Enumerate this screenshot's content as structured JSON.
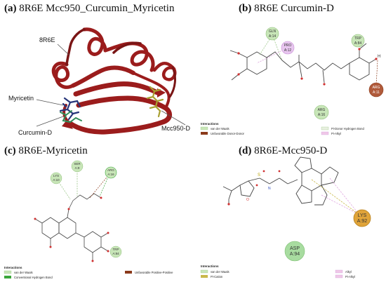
{
  "panels": {
    "a": {
      "letter": "(a)",
      "title": "8R6E Mcc950_Curcumin_Myricetin",
      "labels": {
        "protein": "8R6E",
        "myricetin": "Myricetin",
        "curcumin": "Curcumin-D",
        "mcc950": "Mcc950-D"
      }
    },
    "b": {
      "letter": "(b)",
      "title": "8R6E Curcumin-D",
      "residues": {
        "gln": {
          "name": "GLN",
          "num": "A:14"
        },
        "pro": {
          "name": "PRO",
          "num": "A:12"
        },
        "trp": {
          "name": "TRP",
          "num": "A:84"
        },
        "arg11": {
          "name": "ARG",
          "num": "A:11"
        },
        "arg16": {
          "name": "ARG",
          "num": "A:16"
        }
      },
      "legend": {
        "title": "Interactions",
        "items": [
          "van der Waals",
          "Unfavorable Donor-Donor",
          "Pi-Donor Hydrogen Bond",
          "Pi-Alkyl"
        ]
      },
      "atom_label": "H"
    },
    "c": {
      "letter": "(c)",
      "title": "8R6E-Myricetin",
      "residues": {
        "ser": {
          "name": "SER",
          "num": "A:9"
        },
        "lys": {
          "name": "LYS",
          "num": "A:10"
        },
        "arg": {
          "name": "ARG",
          "num": "A:16"
        },
        "trp": {
          "name": "TRP",
          "num": "A:84"
        }
      },
      "legend": {
        "title": "Interactions",
        "items": [
          "van der Waals",
          "Conventional Hydrogen Bond",
          "Unfavorable Positive-Positive"
        ]
      }
    },
    "d": {
      "letter": "(d)",
      "title": "8R6E-Mcc950-D",
      "residues": {
        "lys": {
          "name": "LYS",
          "num": "A:92"
        },
        "asp": {
          "name": "ASP",
          "num": "A:94"
        }
      },
      "legend": {
        "title": "Interactions",
        "items": [
          "van der Waals",
          "Pi-Cation",
          "Alkyl",
          "Pi-Alkyl"
        ]
      },
      "atom_labels": {
        "s": "S",
        "n": "N",
        "o": "O"
      }
    }
  },
  "colors": {
    "ribbon": "#9b1c1c",
    "ribbon_dark": "#5e0e0e",
    "vdw": "#c8e6b8",
    "vdw_edge": "#8fbf7a",
    "pro": "#e8c6ef",
    "pi_alkyl": "#f0c8e8",
    "unfav": "#8b3a1a",
    "hbond": "#3aa63a",
    "pi_cation": "#c9b84a",
    "lys_orange": "#e0a43a",
    "myricetin": "#26357a",
    "curcumin": "#2e8b57",
    "mcc950": "#a8a030"
  }
}
